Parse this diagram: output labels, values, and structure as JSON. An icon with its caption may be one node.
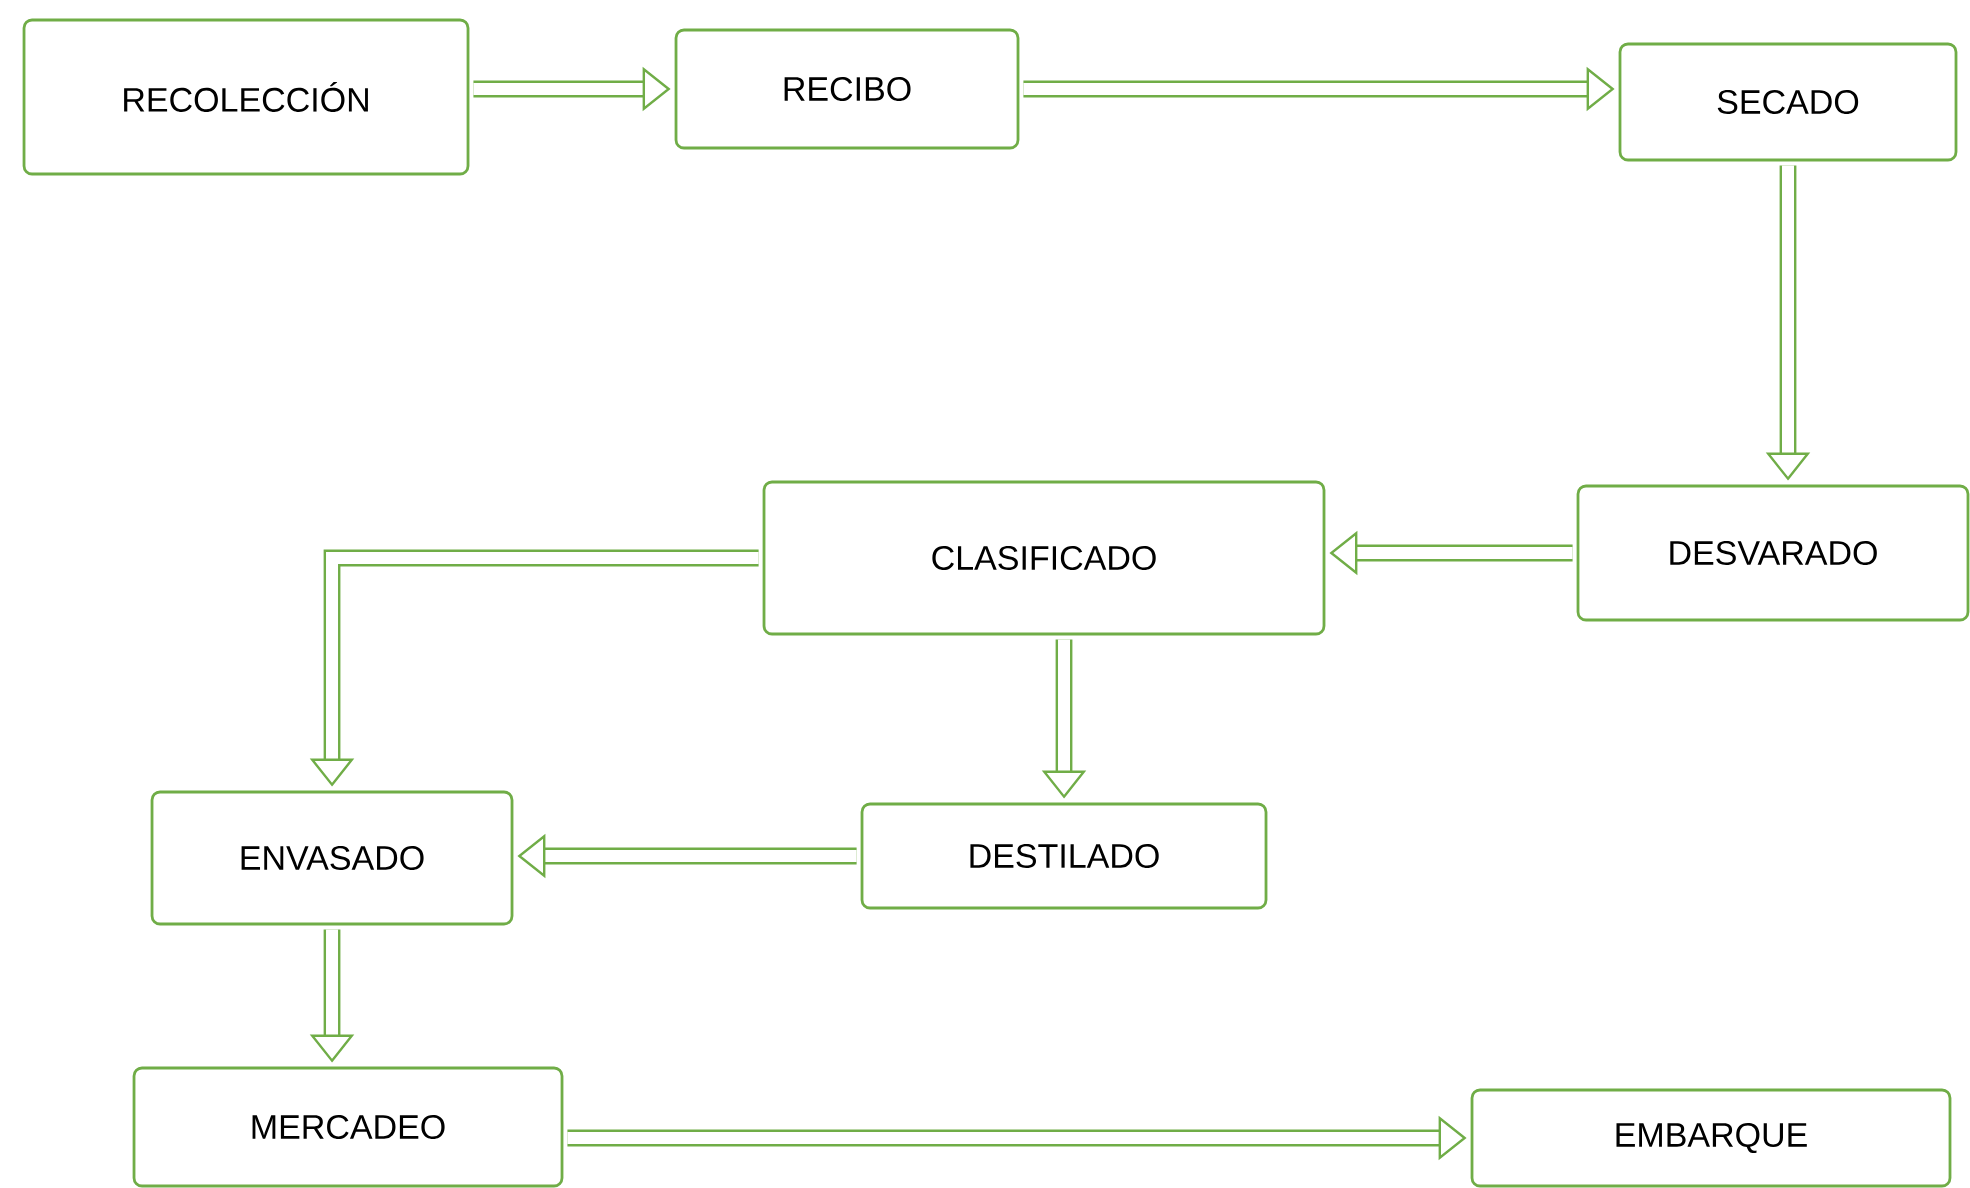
{
  "diagram": {
    "nodes": [
      {
        "text": [
          "RECOLECCIÓN"
        ]
      },
      {
        "text": [
          "RECIBO"
        ]
      },
      {
        "text": [
          "SECADO"
        ]
      },
      {
        "text": [
          "DESVARADO"
        ]
      },
      {
        "text": [
          "CLASIFICADO"
        ]
      },
      {
        "text": [
          "DESTILADO"
        ]
      },
      {
        "text": [
          "ENVASADO"
        ]
      },
      {
        "text": [
          "MERCADEO"
        ]
      },
      {
        "text": [
          "EMBARQUE"
        ]
      }
    ],
    "edges": [
      {
        "from": 0,
        "to": 1,
        "arrow": "to"
      },
      {
        "from": 1,
        "to": 2,
        "arrow": "to"
      },
      {
        "from": 2,
        "to": 3,
        "arrow": "to"
      },
      {
        "from": 3,
        "to": 4,
        "arrow": "to"
      },
      {
        "from": 4,
        "to": 6,
        "arrow": "to"
      },
      {
        "from": 4,
        "to": 5,
        "arrow": "to"
      },
      {
        "from": 5,
        "to": 6,
        "arrow": "to"
      },
      {
        "from": 6,
        "to": 7,
        "arrow": "to"
      },
      {
        "from": 7,
        "to": 8,
        "arrow": "to"
      }
    ]
  }
}
